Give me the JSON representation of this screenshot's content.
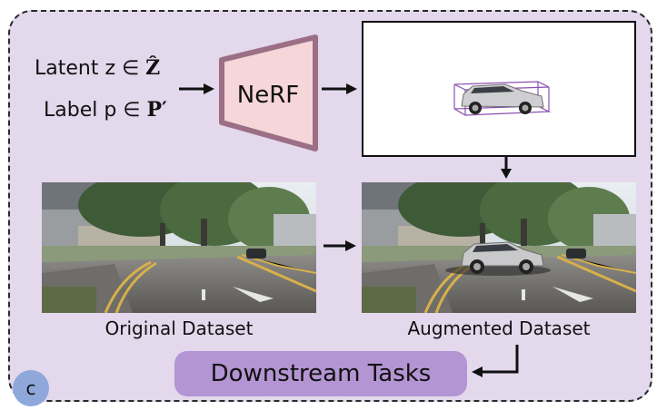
{
  "input": {
    "latent_text": "Latent z ∈ ",
    "latent_set": "Ẑ",
    "label_text": "Label p ∈ ",
    "label_set": "P′"
  },
  "nerf": {
    "label": "NeRF"
  },
  "captions": {
    "original": "Original Dataset",
    "augmented": "Augmented Dataset"
  },
  "tasks": {
    "label": "Downstream Tasks"
  },
  "badge": {
    "letter": "c"
  },
  "colors": {
    "panel_bg": "#e3d8ec",
    "nerf_fill": "#f6d6d8",
    "nerf_border": "#9c6f86",
    "tasks_bg": "#b395d3",
    "badge_bg": "#8fa8dc",
    "bbox": "#8a4fb0"
  },
  "icons": [
    "arrow-right-icon",
    "arrow-down-icon",
    "arrow-left-icon",
    "car-icon"
  ]
}
